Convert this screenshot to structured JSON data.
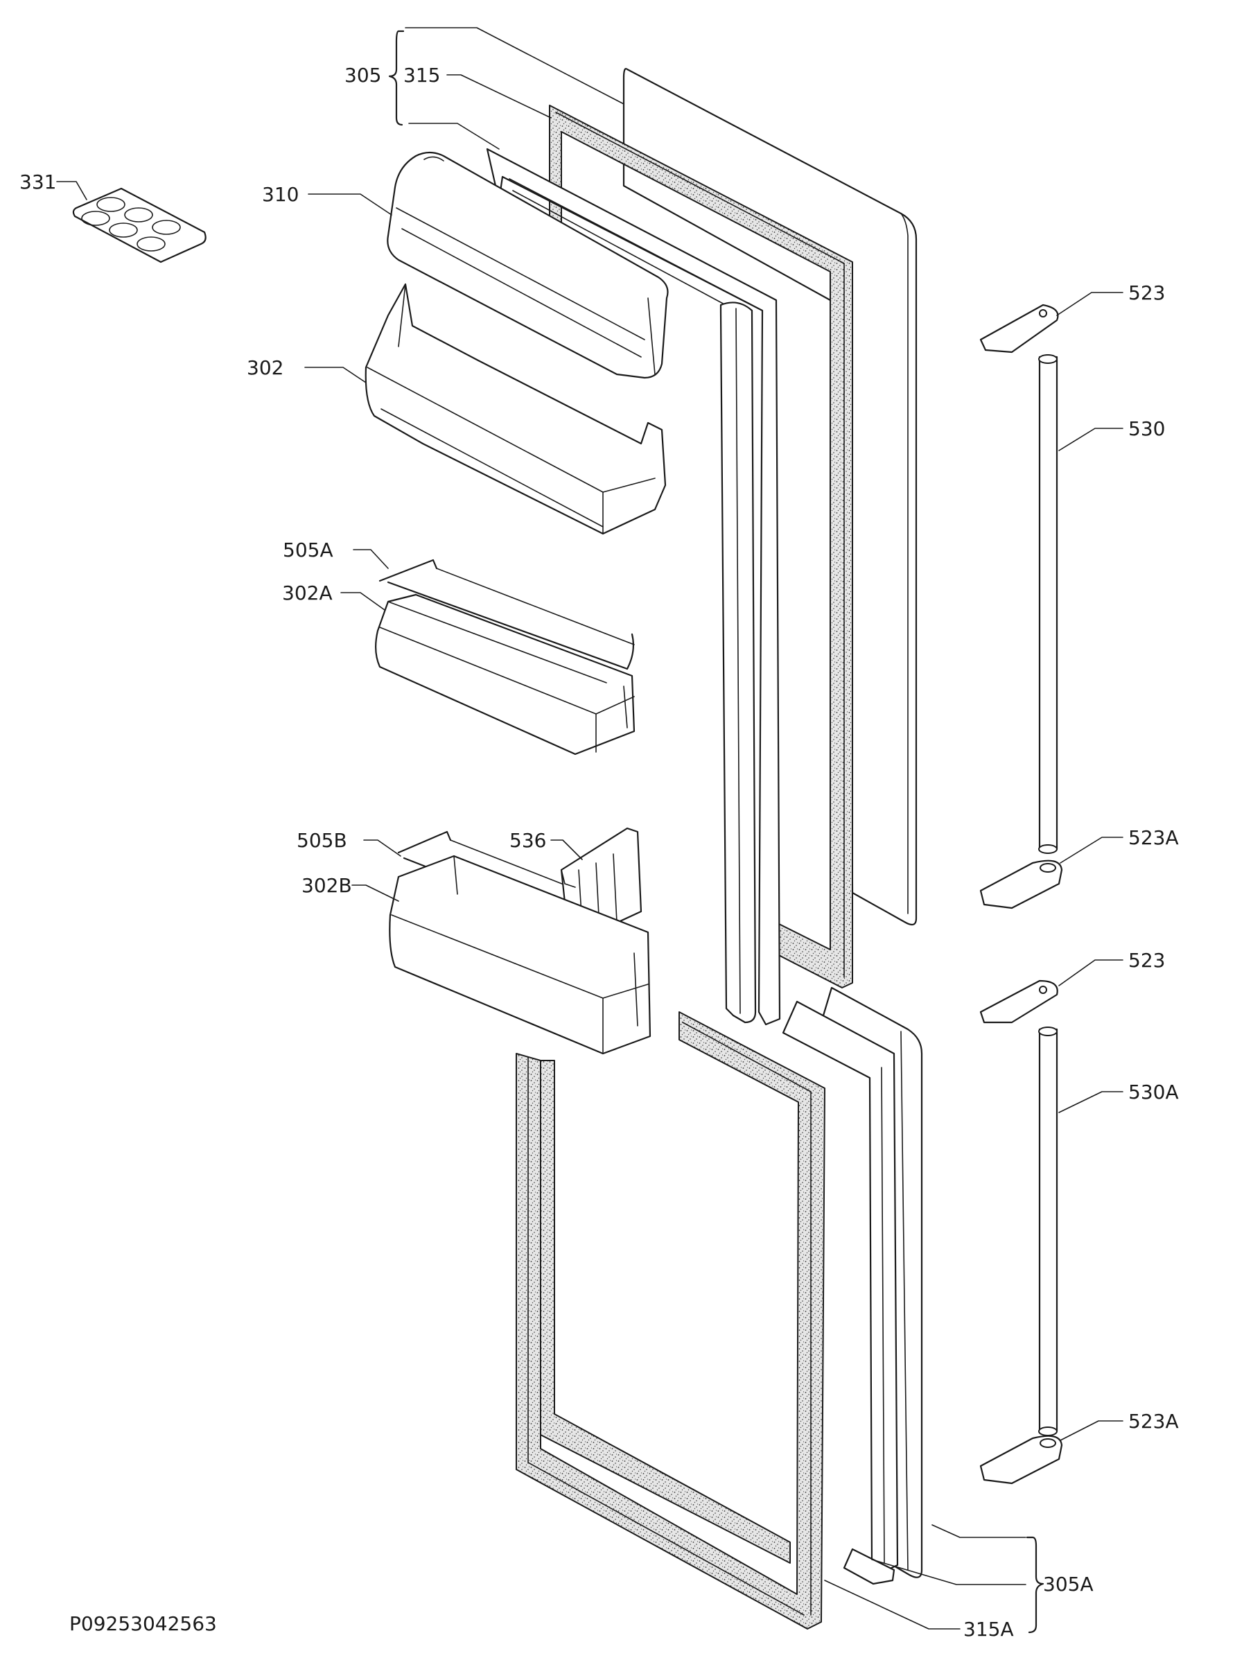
{
  "diagram": {
    "drawing_id": "P09253042563",
    "labels": {
      "305": "305",
      "315": "315",
      "331": "331",
      "310": "310",
      "302": "302",
      "505A": "505A",
      "302A": "302A",
      "505B": "505B",
      "536": "536",
      "302B": "302B",
      "523_top": "523",
      "530": "530",
      "523A_upper": "523A",
      "523_mid": "523",
      "530A": "530A",
      "523A_lower": "523A",
      "305A": "305A",
      "315A": "315A"
    }
  }
}
